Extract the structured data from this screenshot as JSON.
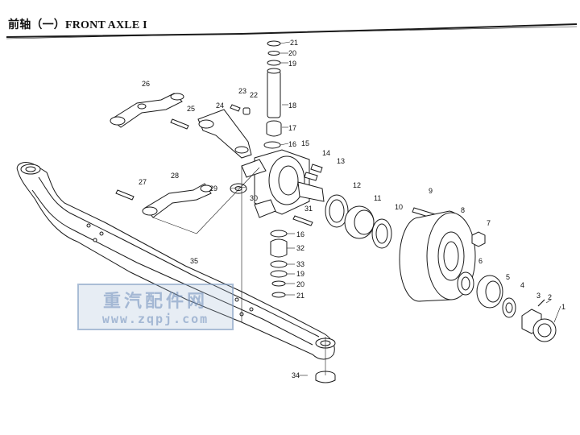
{
  "header": {
    "title": "前轴（一）FRONT AXLE I"
  },
  "watermark": {
    "line1": "重汽配件网",
    "line2": "www.zqpj.com"
  },
  "callouts": [
    "1",
    "2",
    "3",
    "4",
    "5",
    "6",
    "7",
    "8",
    "9",
    "10",
    "11",
    "12",
    "13",
    "14",
    "15",
    "16",
    "17",
    "18",
    "19",
    "20",
    "21",
    "22",
    "23",
    "24",
    "25",
    "26",
    "27",
    "28",
    "29",
    "30",
    "31",
    "32",
    "33",
    "34",
    "35"
  ],
  "colors": {
    "line": "#1a1a1a",
    "watermark": "#7f9cc4"
  }
}
